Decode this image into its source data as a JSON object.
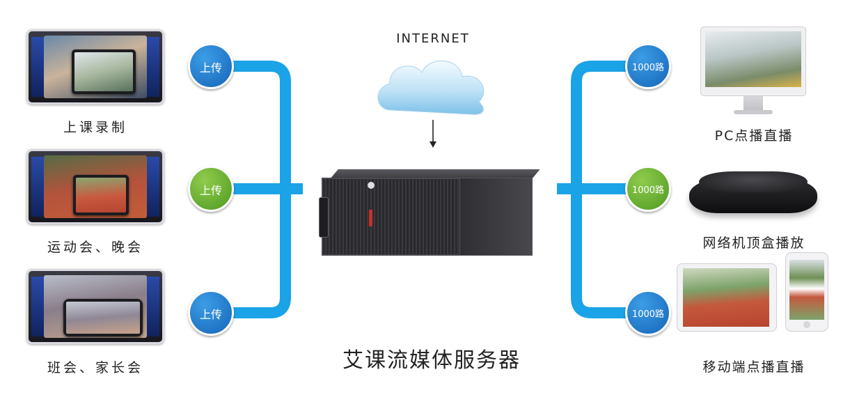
{
  "internet": {
    "label": "INTERNET"
  },
  "server": {
    "label": "艾课流媒体服务器"
  },
  "sources": [
    {
      "label": "上课录制",
      "badge": "上传",
      "badge_color": "#1e7fd0"
    },
    {
      "label": "运动会、晚会",
      "badge": "上传",
      "badge_color": "#6aae34"
    },
    {
      "label": "班会、家长会",
      "badge": "上传",
      "badge_color": "#1e7fd0"
    }
  ],
  "outputs": [
    {
      "label": "PC点播直播",
      "badge": "1000路",
      "badge_color": "#1e7fd0"
    },
    {
      "label": "网络机顶盒播放",
      "badge": "1000路",
      "badge_color": "#6aae34"
    },
    {
      "label": "移动端点播直播",
      "badge": "1000路",
      "badge_color": "#1e7fd0"
    }
  ],
  "colors": {
    "connector": "#1aa3e6",
    "arrow": "#222222"
  }
}
